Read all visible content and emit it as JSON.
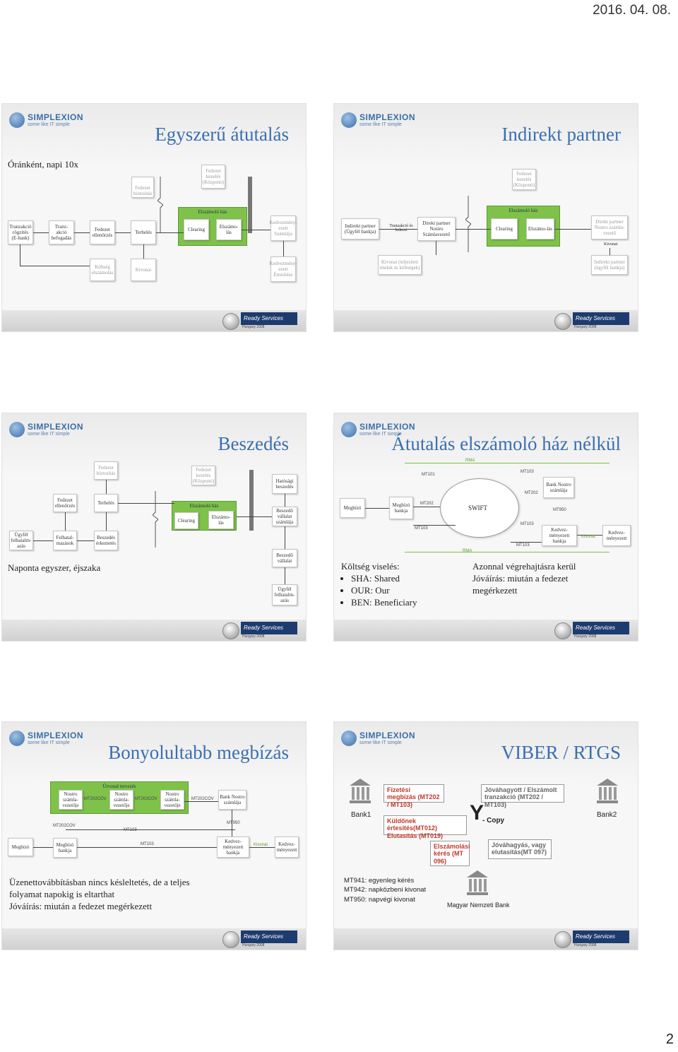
{
  "header_date": "2016. 04. 08.",
  "page_number": "2",
  "logo": {
    "name": "SIMPLEXION",
    "tagline": "some like IT simple"
  },
  "footer_logo": {
    "name": "Ready Services",
    "sub": "Hungary 2008"
  },
  "slide1": {
    "title": "Egyszerű átutalás",
    "subtitle": "Óránként, napi 10x",
    "boxes": {
      "tranzakcio_rogzites": "Tranzakció rögzítés (E-bank)",
      "tranzakcio_befogadas": "Tranz-akció befogadás",
      "fedezet_ellenorzes": "Fedezet ellenőrzés",
      "terheles": "Terhelés",
      "fedezet_biztositas": "Fedezet biztosítás",
      "fedezet_kezeles": "Fedezet kezelés (Központi)",
      "elszamolo_haz": "Elszámoló ház",
      "clearing": "Clearing",
      "elszamolas": "Elszámo-lás",
      "kedvezmenyezett_szamlaja": "Kedvezmény-ezett Számlája",
      "koltseg_elszamolas": "Költség elszámolás",
      "kivonat": "Kivonat",
      "kedvezmenyezett_ertesitese": "Kedvezmény-ezett Értesítése"
    }
  },
  "slide2": {
    "title": "Indirekt partner",
    "boxes": {
      "indirekt_partner": "Indirekt partner (Ügyfél bankja)",
      "tranzakcio_fedezet": "Tranzakció és fedezet",
      "direkt_partner": "Direkt partner Nostro Számlavezető",
      "fedezet_kezeles": "Fedezet kezelés (Központi)",
      "elszamolo_haz": "Elszámoló ház",
      "clearing": "Clearing",
      "elszamolas": "Elszámo-lás",
      "direkt_partner_nostro": "Direkt partner Nostro számla-vezető",
      "kivonat_label": "Kivonat",
      "kivonat_teljesitett": "Kivonat (teljesített tételek és költségek)",
      "indirekt_partner_ugyfel": "Indirekt partner (ügyfél bankja)"
    }
  },
  "slide3": {
    "title": "Beszedés",
    "subtitle": "Naponta egyszer, éjszaka",
    "boxes": {
      "fedezet_biztositas": "Fedezet biztosítás",
      "fedezet_kezeles": "Fedezet kezelés (Központi)",
      "hatosagi_beszedes": "Hatósági beszedés",
      "fedezet_ellenorzes": "Fedezet ellenőrzés",
      "terheles": "Terhelés",
      "elszamolo_haz": "Elszámoló ház",
      "clearing": "Clearing",
      "elszamolas": "Elszámo-lás",
      "beszedo_vallalat_szamlaja": "Beszedő vállalat számlája",
      "ugyfel_felhatalmazas": "Ügyfél felhatalm-azás",
      "felhatalmazasok": "Felhatal-mazások",
      "beszedes_erkeztetes": "Beszedés érkeztetés",
      "beszedo_vallalat": "Beszedő vállalat",
      "ugyfel_felhatalmazas2": "Ügyfél felhatalm-azás"
    }
  },
  "slide4": {
    "title": "Átutalás elszámoló ház nélkül",
    "cloud_label": "SWIFT",
    "boxes": {
      "megbizo": "Megbízó",
      "megbizo_bankja": "Megbízó bankja",
      "bank_nostro": "Bank Nostro számlája",
      "kedvezmenyezett_bankja": "Kedvez-ményezett bankja",
      "kedvezmenyezett": "Kedvez-ményezett"
    },
    "labels": {
      "rma_top": "RMA",
      "mt101_a": "MT101",
      "mt103_top": "MT103",
      "mt202_a": "MT202",
      "mt202_b": "MT202",
      "mt103_a": "MT103",
      "mt950": "MT950",
      "mt103_b": "MT103",
      "mt103_c": "MT103",
      "kivonat": "Kivonat",
      "rma_bottom": "RMA"
    },
    "cost_title": "Költség viselés:",
    "cost_items": [
      "SHA: Shared",
      "OUR: Our",
      "BEN: Beneficiary"
    ],
    "note_lines": [
      "Azonnal végrehajtásra kerül",
      "Jóváírás: miután a fedezet",
      "megérkezett"
    ]
  },
  "slide5": {
    "title": "Bonyolultabb megbízás",
    "route_label": "Útvonal tervezés",
    "boxes": {
      "nostro1": "Nostro számla-vezetője",
      "nostro2": "Nostro számla-vezetője",
      "nostro3": "Nostro számla-vezetője",
      "bank_nostro": "Bank Nostro számlája",
      "megbizo": "Megbízó",
      "megbizo_bankja": "Megbízó bankja",
      "kedvezmenyezett_bankja": "Kedvez-ményezett bankja",
      "kedvezmenyezett": "Kedvez-ményezett"
    },
    "labels": {
      "mt202cov_a": "MT202COV",
      "mt202cov_b": "MT202COV",
      "mt202cov_c": "MT202COV",
      "mt202cov_left": "MT202COV",
      "mt103_mid": "MT103",
      "mt950": "MT950",
      "mt103_bottom": "MT103",
      "kivonat": "Kivonat"
    },
    "note_lines": [
      "Üzenettovábbításban nincs késleltetés, de a teljes",
      "folyamat napokig is eltarthat",
      "Jóváírás: miután a fedezet megérkezett"
    ]
  },
  "slide6": {
    "title": "VIBER / RTGS",
    "bank1": "Bank1",
    "bank2": "Bank2",
    "fizetesi": "Fizetési megbízás (MT202 / MT103)",
    "jovahagyott": "Jóváhagyott / Elszámolt tranzakció (MT202 / MT103)",
    "kuldonek": "Küldőnek értesítés(MT012) Elutasítás (MT019)",
    "copy": "- Copy",
    "y_glyph": "Y",
    "elszamolasi": "Elszámolási kérés (MT 096)",
    "jovahagyas": "Jóváhagyás, vagy elutasítás(MT 097)",
    "mt_lines": [
      "MT941: egyenleg kérés",
      "MT942: napközbeni kivonat",
      "MT950: napvégi kivonat"
    ],
    "mnb": "Magyar Nemzeti Bank"
  }
}
